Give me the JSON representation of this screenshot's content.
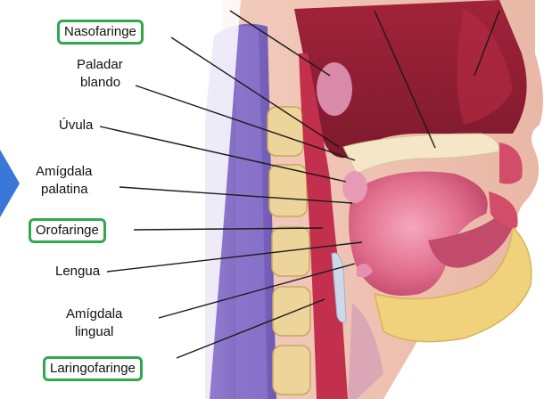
{
  "labels": {
    "nasofaringe": "Nasofaringe",
    "paladar_blando_1": "Paladar",
    "paladar_blando_2": "blando",
    "uvula": "Úvula",
    "amigdala_palatina_1": "Amígdala",
    "amigdala_palatina_2": "palatina",
    "orofaringe": "Orofaringe",
    "lengua": "Lengua",
    "amigdala_lingual_1": "Amígdala",
    "amigdala_lingual_2": "lingual",
    "laringofaringe": "Laringofaringe"
  },
  "highlight_color": "#2fa84f",
  "arrow_color": "#3a78d8"
}
